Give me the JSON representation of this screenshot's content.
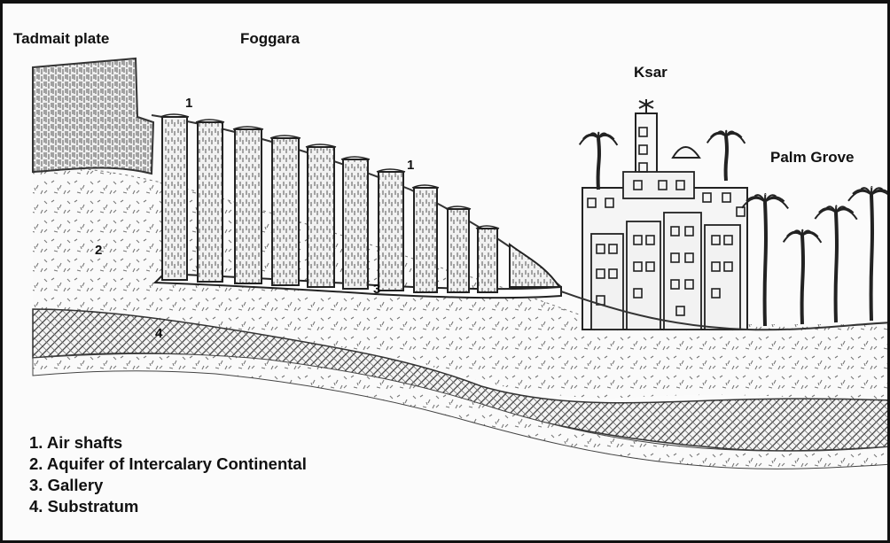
{
  "labels": {
    "tadmait_plate": "Tadmait plate",
    "foggara": "Foggara",
    "ksar": "Ksar",
    "palm_grove": "Palm Grove",
    "air_shaft_a": "1",
    "air_shaft_b": "1",
    "aquifer": "2",
    "gallery": "3",
    "substratum": "4"
  },
  "legend": [
    "1. Air shafts",
    "2. Aquifer of Intercalary Continental",
    "3. Gallery",
    "4. Substratum"
  ]
}
